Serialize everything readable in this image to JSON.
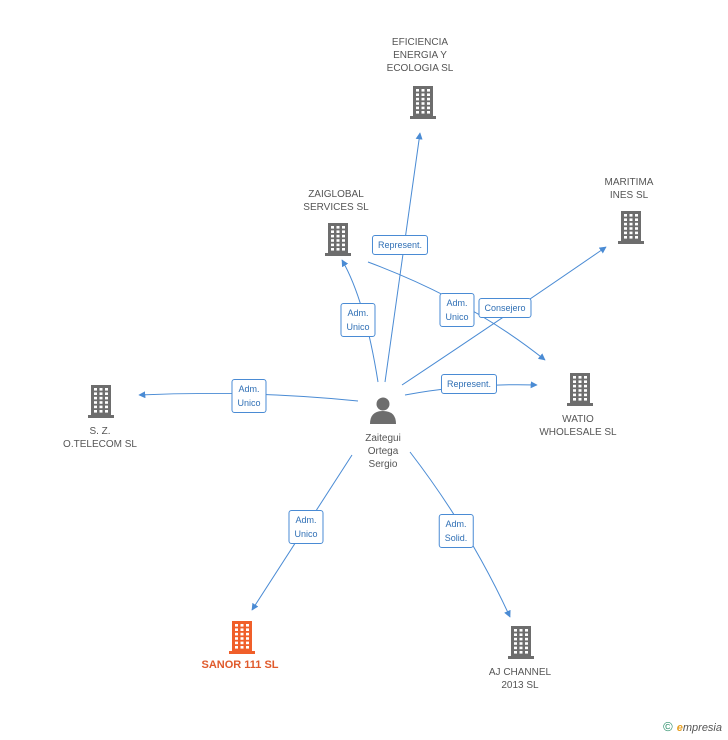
{
  "colors": {
    "edge": "#4a8bd4",
    "building": "#6d6d6d",
    "building_main": "#f05f2a",
    "person": "#6d6d6d"
  },
  "person": {
    "name": "Zaitegui\nOrtega\nSergio"
  },
  "nodes": [
    {
      "id": "eficiencia",
      "label": "EFICIENCIA\nENERGIA Y\nECOLOGIA  SL"
    },
    {
      "id": "zaiglobal",
      "label": "ZAIGLOBAL\nSERVICES SL"
    },
    {
      "id": "maritima",
      "label": "MARITIMA\nINES SL"
    },
    {
      "id": "watio",
      "label": "WATIO\nWHOLESALE  SL"
    },
    {
      "id": "sz",
      "label": "S.  Z.\nO.TELECOM  SL"
    },
    {
      "id": "sanor",
      "label": "SANOR 111 SL"
    },
    {
      "id": "aj",
      "label": "AJ CHANNEL\n2013 SL"
    }
  ],
  "edges": [
    {
      "id": "e-eficiencia",
      "label": "Represent."
    },
    {
      "id": "e-zaiglobal",
      "label": "Adm.\nUnico"
    },
    {
      "id": "e-zai-watio",
      "label": "Adm.\nUnico"
    },
    {
      "id": "e-maritima",
      "label": "Consejero"
    },
    {
      "id": "e-watio",
      "label": "Represent."
    },
    {
      "id": "e-sz",
      "label": "Adm.\nUnico"
    },
    {
      "id": "e-sanor",
      "label": "Adm.\nUnico"
    },
    {
      "id": "e-aj",
      "label": "Adm.\nSolid."
    }
  ],
  "footer": {
    "copyright": "©",
    "brand_first": "e",
    "brand_rest": "mpresia"
  }
}
